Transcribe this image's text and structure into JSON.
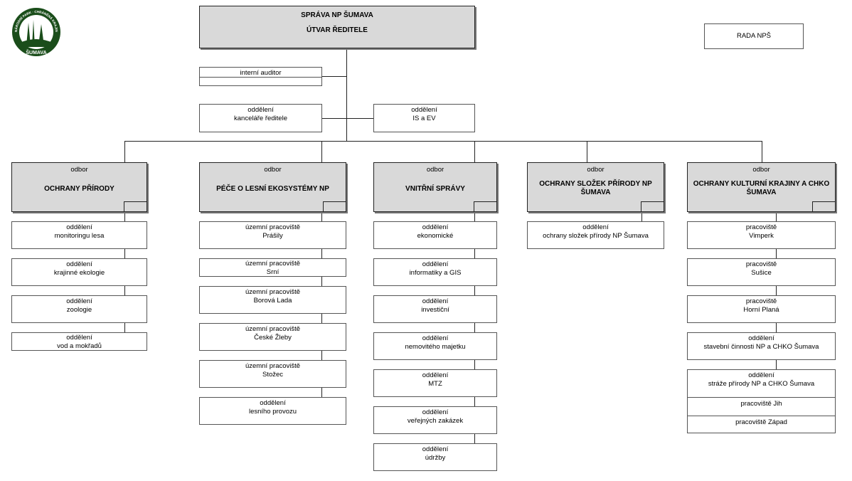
{
  "logo": {
    "ring_text": "NÁRODNÍ PARK · CHRÁNĚNÁ KRAJINNÁ OBLAST",
    "bottom_text": "ŠUMAVA",
    "color": "#1a4d1a"
  },
  "colors": {
    "header_fill": "#d9d9d9",
    "line": "#222222"
  },
  "top": {
    "line1": "SPRÁVA NP ŠUMAVA",
    "line2": "ÚTVAR ŘEDITELE"
  },
  "rada": "RADA NPŠ",
  "staff": {
    "auditor": "interní auditor",
    "kancelar": {
      "l1": "oddělení",
      "l2": "kanceláře ředitele"
    },
    "is": {
      "l1": "oddělení",
      "l2": "IS a EV"
    }
  },
  "odbory": [
    {
      "label": "odbor",
      "name": "OCHRANY PŘÍRODY",
      "items": [
        {
          "l1": "oddělení",
          "l2": "monitoringu lesa"
        },
        {
          "l1": "oddělení",
          "l2": "krajinné ekologie"
        },
        {
          "l1": "oddělení",
          "l2": "zoologie"
        },
        {
          "l1": "oddělení",
          "l2": "vod a mokřadů"
        }
      ]
    },
    {
      "label": "odbor",
      "name": "PÉČE O LESNÍ EKOSYSTÉMY NP",
      "items": [
        {
          "l1": "územní pracoviště",
          "l2": "Prášily"
        },
        {
          "l1": "územní pracoviště",
          "l2": "Srní"
        },
        {
          "l1": "územní pracoviště",
          "l2": "Borová Lada"
        },
        {
          "l1": "územní pracoviště",
          "l2": "České Žleby"
        },
        {
          "l1": "územní pracoviště",
          "l2": "Stožec"
        },
        {
          "l1": "oddělení",
          "l2": "lesního provozu"
        }
      ]
    },
    {
      "label": "odbor",
      "name": "VNITŘNÍ SPRÁVY",
      "items": [
        {
          "l1": "oddělení",
          "l2": "ekonomické"
        },
        {
          "l1": "oddělení",
          "l2": "informatiky a GIS"
        },
        {
          "l1": "oddělení",
          "l2": "investiční"
        },
        {
          "l1": "oddělení",
          "l2": "nemovitého majetku"
        },
        {
          "l1": "oddělení",
          "l2": "MTZ"
        },
        {
          "l1": "oddělení",
          "l2": "veřejných zakázek"
        },
        {
          "l1": "oddělení",
          "l2": "údržby"
        }
      ]
    },
    {
      "label": "odbor",
      "name": "OCHRANY SLOŽEK PŘÍRODY NP ŠUMAVA",
      "items": [
        {
          "l1": "oddělení",
          "l2": "ochrany složek přírody NP Šumava"
        }
      ]
    },
    {
      "label": "odbor",
      "name": "OCHRANY KULTURNÍ KRAJINY A CHKO ŠUMAVA",
      "items": [
        {
          "l1": "pracoviště",
          "l2": "Vimperk"
        },
        {
          "l1": "pracoviště",
          "l2": "Sušice"
        },
        {
          "l1": "pracoviště",
          "l2": "Horní Planá"
        },
        {
          "l1": "oddělení",
          "l2": "stavební činnosti NP a CHKO Šumava"
        },
        {
          "l1": "oddělení",
          "l2": "stráže přírody NP a CHKO Šumava"
        }
      ],
      "sub_items": [
        "pracoviště Jih",
        "pracoviště Západ"
      ]
    }
  ]
}
